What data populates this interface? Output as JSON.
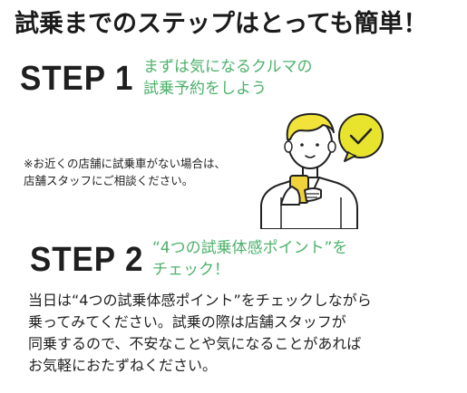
{
  "title": "試乗までのステップはとっても簡単！",
  "step1": {
    "label": "STEP 1",
    "desc_lines": [
      "まずは気になるクルマの",
      "試乗予約をしよう"
    ]
  },
  "note_lines": [
    "※お近くの店舗に試乗車がない場合は、",
    "店舗スタッフにご相談ください。"
  ],
  "step2": {
    "label": "STEP 2",
    "desc_lines": [
      "“4つの試乗体感ポイント”を",
      "チェック！"
    ],
    "body_lines": [
      "当日は“4つの試乗体感ポイント”をチェックしながら",
      "乗ってみてください。試乗の際は店舗スタッフが",
      "同乗するので、不安なことや気になることがあれば",
      "お気軽におたずねください。"
    ]
  },
  "colors": {
    "accent_green": "#4db26b",
    "hair_yellow": "#f2e33a",
    "check_bubble": "#e8e42e",
    "phone_yellow": "#f0d23a",
    "ink": "#222222"
  },
  "icons": {
    "illustration": "person-holding-phone-illustration",
    "check": "checkmark-bubble-icon"
  }
}
